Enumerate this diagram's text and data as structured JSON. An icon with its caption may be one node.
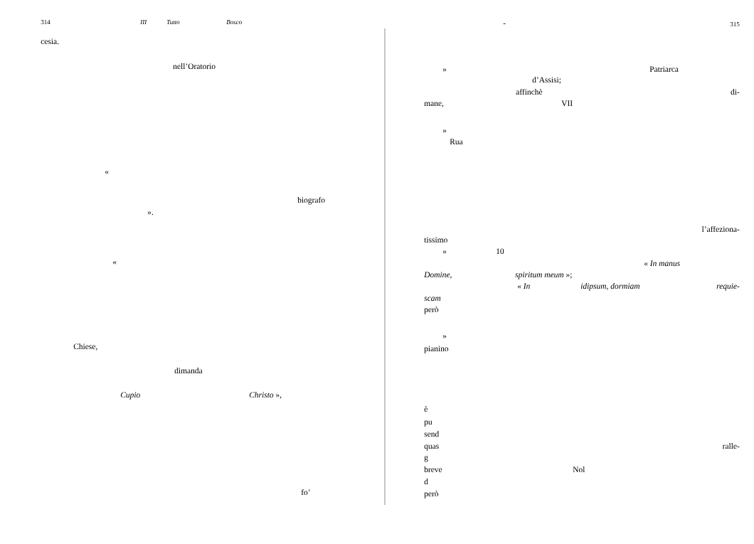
{
  "diagram": {
    "labels": [
      "314",
      "III",
      "Tutto",
      "Bosco",
      "cesia.",
      "nell’Oratorio",
      "«",
      "biografo",
      "».",
      "«",
      "Chiese,",
      "dimanda",
      "Cupio",
      "*Christo* »,",
      "fo’",
      "-",
      "315",
      "»",
      "Patriarca",
      "d’Assisi;",
      "affinchè",
      "di-",
      "mane,",
      "VII",
      "»",
      "Rua",
      "l’affeziona-",
      "tissimo",
      "»",
      "10",
      "« *In manus*",
      "Domine,",
      "*spiritum meum* »;",
      "« *In*",
      "idipsum, dormiam",
      "*requie-*",
      "scam",
      "però",
      "»",
      "pianino",
      "è",
      "pu",
      "send",
      "quas",
      "ralle-",
      "g",
      "breve",
      "Nol",
      "d",
      "però"
    ]
  }
}
